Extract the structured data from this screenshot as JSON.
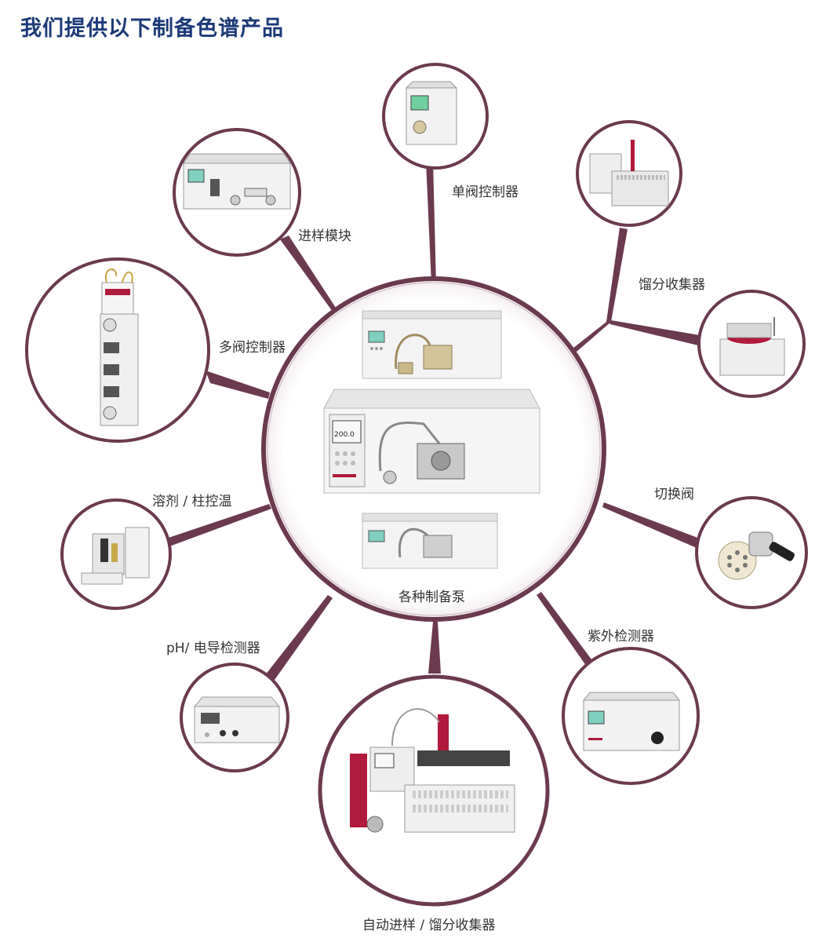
{
  "title": "我们提供以下制备色谱产品",
  "colors": {
    "title": "#1d3a78",
    "ring": "#6b3a4f",
    "ring_fill": "#ffffff",
    "connector": "#6b3a4f",
    "device_body": "#eeeeee",
    "accent_red": "#b01a3c"
  },
  "hub": {
    "label": "各种制备泵",
    "icon": "preparative-pump-stack",
    "screen_value": "200.0"
  },
  "nodes": [
    {
      "id": "single-valve-controller",
      "label": "单阀控制器",
      "icon": "single-valve-controller-device"
    },
    {
      "id": "sample-injection-module",
      "label": "进样模块",
      "icon": "injection-module-device"
    },
    {
      "id": "fraction-collector",
      "label": "馏分收集器",
      "icon": "fraction-collector-device"
    },
    {
      "id": "fraction-collector-small",
      "label": "",
      "icon": "carousel-collector-device"
    },
    {
      "id": "multi-valve-controller",
      "label": "多阀控制器",
      "icon": "multi-valve-tower-device"
    },
    {
      "id": "switching-valve",
      "label": "切换阀",
      "icon": "switching-valve-device"
    },
    {
      "id": "solvent-column-temp",
      "label": "溶剂 / 柱控温",
      "icon": "column-oven-device"
    },
    {
      "id": "uv-detector",
      "label": "紫外检测器",
      "icon": "uv-detector-device"
    },
    {
      "id": "ph-conductivity-detector",
      "label": "pH/ 电导检测器",
      "icon": "ph-detector-device"
    },
    {
      "id": "autosampler-fraction-collector",
      "label": "自动进样 / 馏分收集器",
      "icon": "autosampler-collector-device"
    }
  ]
}
